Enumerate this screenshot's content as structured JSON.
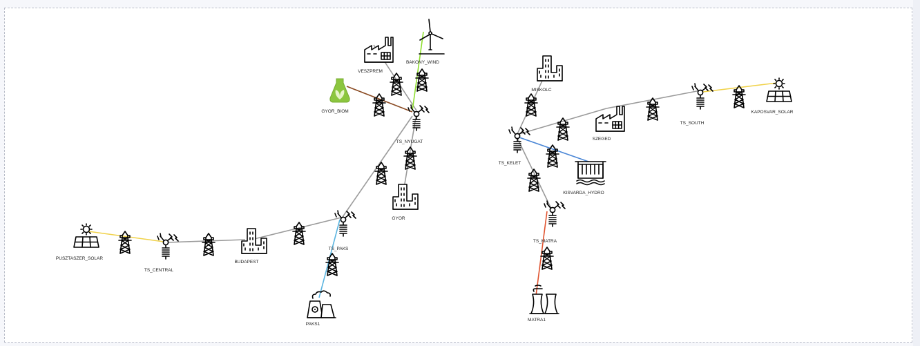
{
  "diagram": {
    "colors": {
      "line_ac": "#9a9a9a",
      "solar": "#f0d24a",
      "wind": "#8ede2e",
      "biomass": "#8a4a22",
      "hydro": "#4a86d6",
      "nuclear": "#5ab4e0",
      "coal": "#e0532f",
      "biomass_fill": "#8cc63f"
    },
    "nodes": {
      "veszprem": {
        "label": "VESZPREM",
        "icon": "factory-icon"
      },
      "bakony_wind": {
        "label": "BAKONY_WIND",
        "icon": "wind-turbine-icon"
      },
      "gyor_biom": {
        "label": "GYOR_BIOM",
        "icon": "biomass-plant-icon"
      },
      "ts_nyugat": {
        "label": "TS_NYUGAT",
        "icon": "substation-icon"
      },
      "gyor": {
        "label": "GYOR",
        "icon": "city-icon"
      },
      "pusztaszer_solar": {
        "label": "PUSZTASZER_SOLAR",
        "icon": "solar-panel-icon"
      },
      "ts_central": {
        "label": "TS_CENTRAL",
        "icon": "substation-icon"
      },
      "budapest": {
        "label": "BUDAPEST",
        "icon": "city-icon"
      },
      "ts_paks": {
        "label": "TS_PAKS",
        "icon": "substation-icon"
      },
      "paks1": {
        "label": "PAKS1",
        "icon": "nuclear-plant-icon"
      },
      "miskolc": {
        "label": "MISKOLC",
        "icon": "city-icon"
      },
      "ts_kelet": {
        "label": "TS_KELET",
        "icon": "substation-icon"
      },
      "szeged": {
        "label": "SZEGED",
        "icon": "factory-icon"
      },
      "ts_south": {
        "label": "TS_SOUTH",
        "icon": "substation-icon"
      },
      "kaposvar_solar": {
        "label": "KAPOSVAR_SOLAR",
        "icon": "solar-panel-icon"
      },
      "kisvarda_hydro": {
        "label": "KISVARDA_HYDRO",
        "icon": "hydro-dam-icon"
      },
      "ts_matra": {
        "label": "TS_MATRA",
        "icon": "substation-icon"
      },
      "matra1": {
        "label": "MATRA1",
        "icon": "cooling-tower-plant-icon"
      }
    },
    "edges": [
      {
        "from": "veszprem",
        "to": "ts_nyugat",
        "kind": "line_ac"
      },
      {
        "from": "bakony_wind",
        "to": "ts_nyugat",
        "kind": "wind"
      },
      {
        "from": "gyor_biom",
        "to": "ts_nyugat",
        "kind": "biomass"
      },
      {
        "from": "ts_nyugat",
        "to": "gyor",
        "kind": "line_ac"
      },
      {
        "from": "ts_nyugat",
        "to": "ts_paks",
        "kind": "line_ac"
      },
      {
        "from": "pusztaszer_solar",
        "to": "ts_central",
        "kind": "solar"
      },
      {
        "from": "ts_central",
        "to": "budapest",
        "kind": "line_ac"
      },
      {
        "from": "budapest",
        "to": "ts_paks",
        "kind": "line_ac"
      },
      {
        "from": "ts_paks",
        "to": "paks1",
        "kind": "nuclear"
      },
      {
        "from": "miskolc",
        "to": "ts_kelet",
        "kind": "line_ac"
      },
      {
        "from": "ts_kelet",
        "to": "szeged",
        "kind": "line_ac"
      },
      {
        "from": "szeged",
        "to": "ts_south",
        "kind": "line_ac"
      },
      {
        "from": "ts_south",
        "to": "kaposvar_solar",
        "kind": "solar"
      },
      {
        "from": "ts_kelet",
        "to": "kisvarda_hydro",
        "kind": "hydro"
      },
      {
        "from": "ts_kelet",
        "to": "ts_matra",
        "kind": "line_ac"
      },
      {
        "from": "ts_matra",
        "to": "matra1",
        "kind": "coal"
      }
    ],
    "tower_icon": "transmission-tower-icon"
  }
}
